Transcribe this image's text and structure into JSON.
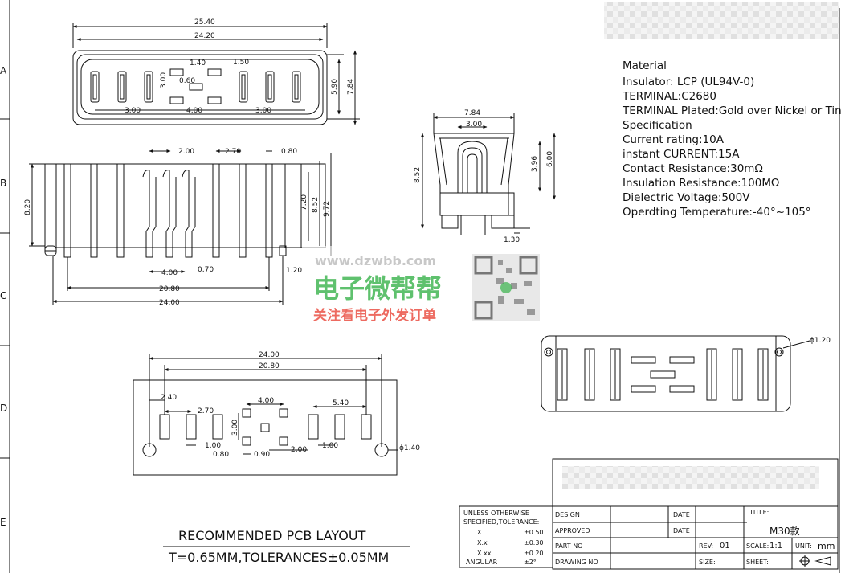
{
  "frame": {
    "rows": [
      "A",
      "B",
      "C",
      "D",
      "E"
    ]
  },
  "front_view": {
    "dims": {
      "outer_width": "25.40",
      "inner_width": "24.20",
      "pin_a": "1.40",
      "pin_b": "1.50",
      "pitch_h": "3.00",
      "gap": "0.60",
      "pitch_left": "3.00",
      "pitch_mid": "4.00",
      "pitch_right": "3.00",
      "height_inner": "5.90",
      "height_outer": "7.84"
    }
  },
  "side_view": {
    "dims": {
      "p1": "2.00",
      "p2": "2.70",
      "p3": "0.80",
      "h_left": "8.20",
      "h1": "7.20",
      "h2": "8.52",
      "h3": "9.72",
      "pin_space": "4.00",
      "pin_w": "0.70",
      "tail": "1.20",
      "span1": "20.80",
      "span2": "24.00"
    }
  },
  "end_view": {
    "dims": {
      "width": "7.84",
      "inner": "3.00",
      "height": "8.52",
      "h_a": "3.96",
      "h_b": "6.00",
      "foot": "1.30"
    }
  },
  "specs": {
    "lines": [
      "Material",
      "Insulator: LCP (UL94V-0)",
      "TERMINAL:C2680",
      "TERMINAL Plated:Gold over Nickel or Tin",
      "Specification",
      "Current rating:10A",
      "instant CURRENT:15A",
      "Contact Resistance:30mΩ",
      "Insulation Resistance:100MΩ",
      "Dielectric Voltage:500V",
      "Operdting Temperature:-40°~105°"
    ]
  },
  "watermark": {
    "url": "www.dzwbb.com",
    "title": "电子微帮帮",
    "slogan": "关注看电子外发订单"
  },
  "bottom_view": {
    "dims": {
      "hole": "ϕ1.20"
    }
  },
  "pcb_layout": {
    "dims": {
      "span_outer": "24.00",
      "span_inner": "20.80",
      "d1": "2.40",
      "d2": "2.70",
      "d3": "4.00",
      "d4": "5.40",
      "d5": "3.00",
      "d6": "1.00",
      "d7": "0.80",
      "d8": "0.90",
      "d9": "2.00",
      "d10": "1.00",
      "hole": "ϕ1.40"
    },
    "title": "RECOMMENDED PCB LAYOUT",
    "note": "T=0.65MM,TOLERANCES±0.05MM"
  },
  "tolerance": {
    "head1": "UNLESS OTHERWISE",
    "head2": "SPECIFIED,TOLERANCE:",
    "rows": [
      {
        "label": "X.",
        "value": "±0.50"
      },
      {
        "label": "X.x",
        "value": "±0.30"
      },
      {
        "label": "X.xx",
        "value": "±0.20"
      },
      {
        "label": "ANGULAR",
        "value": "±2°"
      }
    ]
  },
  "title_block": {
    "design": "DESIGN",
    "approved": "APPROVED",
    "part_no": "PART NO",
    "drawing_no": "DRAWING NO",
    "date1": "DATE",
    "date2": "DATE",
    "title_label": "TITLE:",
    "title_value": "M30款",
    "rev_label": "REV:",
    "rev_value": "01",
    "scale_label": "SCALE:",
    "scale_value": "1:1",
    "unit_label": "UNIT:",
    "unit_value": "mm",
    "size_label": "SIZE:",
    "sheet_label": "SHEET:"
  },
  "colors": {
    "line": "#111111",
    "watermark_green": "#38b24a",
    "watermark_red": "#e8392c"
  }
}
